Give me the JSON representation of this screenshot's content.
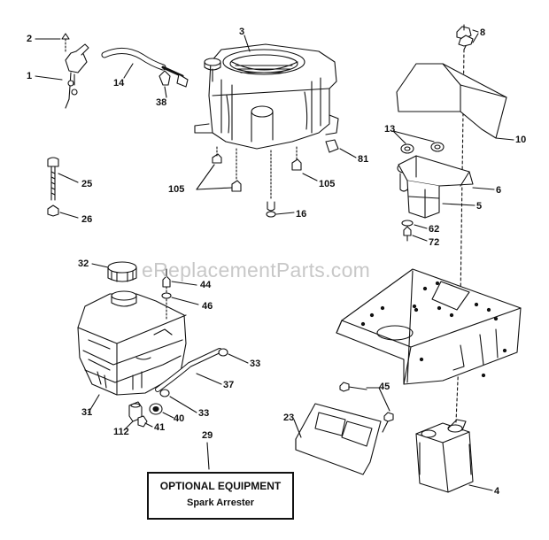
{
  "watermark": "eReplacementParts.com",
  "optional_box": {
    "title": "OPTIONAL EQUIPMENT",
    "subtitle": "Spark Arrester"
  },
  "callouts": {
    "c1": "1",
    "c2": "2",
    "c3": "3",
    "c4": "4",
    "c5": "5",
    "c6": "6",
    "c8": "8",
    "c10": "10",
    "c13": "13",
    "c14": "14",
    "c16": "16",
    "c23": "23",
    "c25": "25",
    "c26": "26",
    "c29": "29",
    "c31": "31",
    "c32": "32",
    "c33a": "33",
    "c33b": "33",
    "c37": "37",
    "c38": "38",
    "c40": "40",
    "c41": "41",
    "c44": "44",
    "c45": "45",
    "c46": "46",
    "c62": "62",
    "c72": "72",
    "c81": "81",
    "c105a": "105",
    "c105b": "105",
    "c112": "112"
  },
  "colors": {
    "line": "#111111",
    "watermark": "#c8c8c8",
    "background": "#ffffff"
  }
}
